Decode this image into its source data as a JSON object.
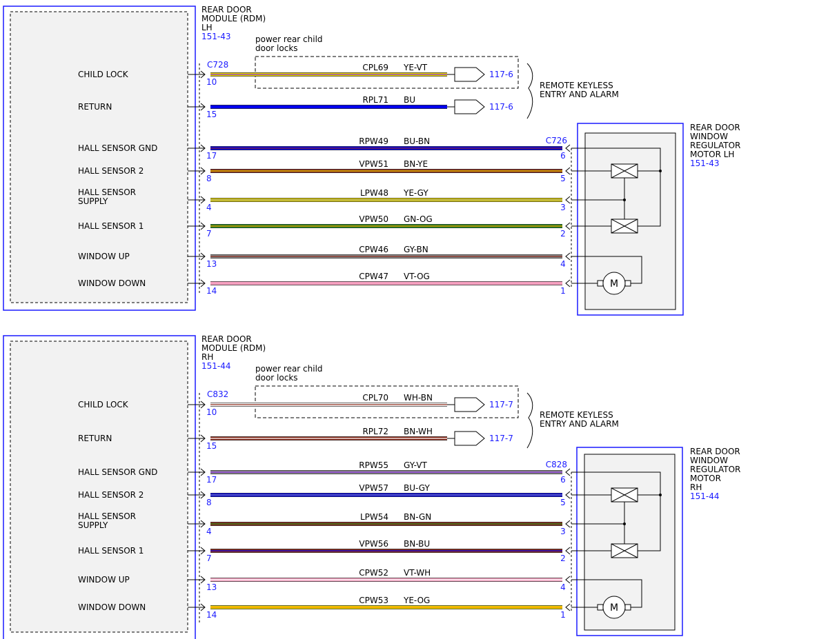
{
  "colors": {
    "YE": "#e8d800",
    "VT": "#8a2be2",
    "BU": "#0000ee",
    "BN": "#8b2a1a",
    "GY": "#8c8c8c",
    "GN": "#1e8c1e",
    "OG": "#ff8c00",
    "WH": "#ffffff",
    "PK": "#f5a0c0",
    "ref": "#1a1aff",
    "box": "#1a1aff"
  },
  "sections": [
    {
      "module": {
        "lines": [
          "REAR DOOR",
          "MODULE (RDM)",
          "LH"
        ],
        "ref": "151-43"
      },
      "child_lock_box_label": [
        "power rear child",
        "door locks"
      ],
      "connector_main": "C728",
      "connector_motor": "C726",
      "remote_label": [
        "REMOTE KEYLESS",
        "ENTRY AND ALARM"
      ],
      "motor": {
        "lines": [
          "REAR DOOR",
          "WINDOW",
          "REGULATOR",
          "MOTOR LH"
        ],
        "ref": "151-43"
      },
      "wires": [
        {
          "label": [
            "CHILD LOCK"
          ],
          "pin": "10",
          "circuit": "CPL69",
          "color": "YE-VT",
          "dest": "117-6",
          "mpin": "",
          "base": "YE",
          "stripe": "VT"
        },
        {
          "label": [
            "RETURN"
          ],
          "pin": "15",
          "circuit": "RPL71",
          "color": "BU",
          "dest": "117-6",
          "mpin": "",
          "base": "BU",
          "stripe": ""
        },
        {
          "label": [
            "HALL SENSOR GND"
          ],
          "pin": "17",
          "circuit": "RPW49",
          "color": "BU-BN",
          "dest": "",
          "mpin": "6",
          "base": "BU",
          "stripe": "BN"
        },
        {
          "label": [
            "HALL SENSOR 2"
          ],
          "pin": "8",
          "circuit": "VPW51",
          "color": "BN-YE",
          "dest": "",
          "mpin": "5",
          "base": "BN",
          "stripe": "YE"
        },
        {
          "label": [
            "HALL SENSOR",
            "SUPPLY"
          ],
          "pin": "4",
          "circuit": "LPW48",
          "color": "YE-GY",
          "dest": "",
          "mpin": "3",
          "base": "YE",
          "stripe": "GY"
        },
        {
          "label": [
            "HALL SENSOR 1"
          ],
          "pin": "7",
          "circuit": "VPW50",
          "color": "GN-OG",
          "dest": "",
          "mpin": "2",
          "base": "GN",
          "stripe": "OG"
        },
        {
          "label": [
            "WINDOW UP"
          ],
          "pin": "13",
          "circuit": "CPW46",
          "color": "GY-BN",
          "dest": "",
          "mpin": "4",
          "base": "GY",
          "stripe": "BN"
        },
        {
          "label": [
            "WINDOW DOWN"
          ],
          "pin": "14",
          "circuit": "CPW47",
          "color": "VT-OG",
          "dest": "",
          "mpin": "1",
          "base": "PK",
          "stripe": ""
        }
      ]
    },
    {
      "module": {
        "lines": [
          "REAR DOOR",
          "MODULE (RDM)",
          "RH"
        ],
        "ref": "151-44"
      },
      "child_lock_box_label": [
        "power rear child",
        "door locks"
      ],
      "connector_main": "C832",
      "connector_motor": "C828",
      "remote_label": [
        "REMOTE KEYLESS",
        "ENTRY AND ALARM"
      ],
      "motor": {
        "lines": [
          "REAR DOOR",
          "WINDOW",
          "REGULATOR",
          "MOTOR",
          "RH"
        ],
        "ref": "151-44"
      },
      "wires": [
        {
          "label": [
            "CHILD LOCK"
          ],
          "pin": "10",
          "circuit": "CPL70",
          "color": "WH-BN",
          "dest": "117-7",
          "mpin": "",
          "base": "WH",
          "stripe": "BN"
        },
        {
          "label": [
            "RETURN"
          ],
          "pin": "15",
          "circuit": "RPL72",
          "color": "BN-WH",
          "dest": "117-7",
          "mpin": "",
          "base": "BN",
          "stripe": "WH"
        },
        {
          "label": [
            "HALL SENSOR GND"
          ],
          "pin": "17",
          "circuit": "RPW55",
          "color": "GY-VT",
          "dest": "",
          "mpin": "6",
          "base": "GY",
          "stripe": "VT"
        },
        {
          "label": [
            "HALL SENSOR 2"
          ],
          "pin": "8",
          "circuit": "VPW57",
          "color": "BU-GY",
          "dest": "",
          "mpin": "5",
          "base": "BU",
          "stripe": "GY"
        },
        {
          "label": [
            "HALL SENSOR",
            "SUPPLY"
          ],
          "pin": "4",
          "circuit": "LPW54",
          "color": "BN-GN",
          "dest": "",
          "mpin": "3",
          "base": "BN",
          "stripe": "GN"
        },
        {
          "label": [
            "HALL SENSOR 1"
          ],
          "pin": "7",
          "circuit": "VPW56",
          "color": "BN-BU",
          "dest": "",
          "mpin": "2",
          "base": "BN",
          "stripe": "BU"
        },
        {
          "label": [
            "WINDOW UP"
          ],
          "pin": "13",
          "circuit": "CPW52",
          "color": "VT-WH",
          "dest": "",
          "mpin": "4",
          "base": "PK",
          "stripe": "WH"
        },
        {
          "label": [
            "WINDOW DOWN"
          ],
          "pin": "14",
          "circuit": "CPW53",
          "color": "YE-OG",
          "dest": "",
          "mpin": "1",
          "base": "YE",
          "stripe": "OG"
        }
      ]
    }
  ],
  "motor_symbol": "M"
}
